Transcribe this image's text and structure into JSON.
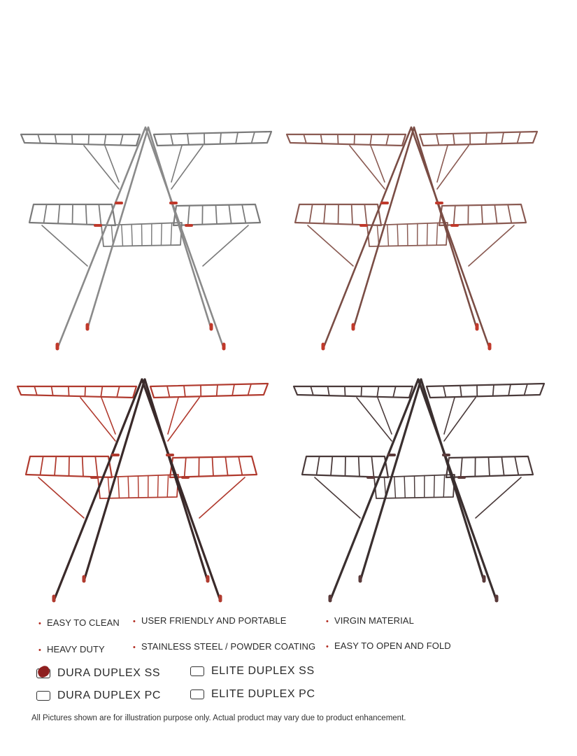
{
  "products": [
    {
      "name": "rack-stainless",
      "frame_color": "#8a8a8a",
      "accent_color": "#c0392b",
      "shelf_color": "#7a7a7a"
    },
    {
      "name": "rack-steel-red-tips",
      "frame_color": "#7a4d45",
      "accent_color": "#c0392b",
      "shelf_color": "#8a5a52"
    },
    {
      "name": "rack-red-powder",
      "frame_color": "#3a2a2a",
      "accent_color": "#b03a2e",
      "shelf_color": "#b03a2e"
    },
    {
      "name": "rack-black-powder",
      "frame_color": "#3a2f2f",
      "accent_color": "#5a3a3a",
      "shelf_color": "#4a3a3a"
    }
  ],
  "features": [
    {
      "label": "EASY TO CLEAN"
    },
    {
      "label": "USER FRIENDLY AND PORTABLE"
    },
    {
      "label": "VIRGIN MATERIAL"
    },
    {
      "label": "HEAVY DUTY"
    },
    {
      "label": "STAINLESS STEEL / POWDER COATING"
    },
    {
      "label": "EASY TO OPEN AND FOLD"
    }
  ],
  "variants": [
    {
      "label": "DURA DUPLEX SS",
      "checked": true
    },
    {
      "label": "ELITE DUPLEX SS",
      "checked": false
    },
    {
      "label": "DURA DUPLEX PC",
      "checked": false
    },
    {
      "label": "ELITE DUPLEX PC",
      "checked": false
    }
  ],
  "disclaimer": "All Pictures shown are for illustration purpose only. Actual product may vary due to product enhancement.",
  "colors": {
    "bullet": "#b22a1f",
    "check_fill": "#8e1f1f"
  }
}
